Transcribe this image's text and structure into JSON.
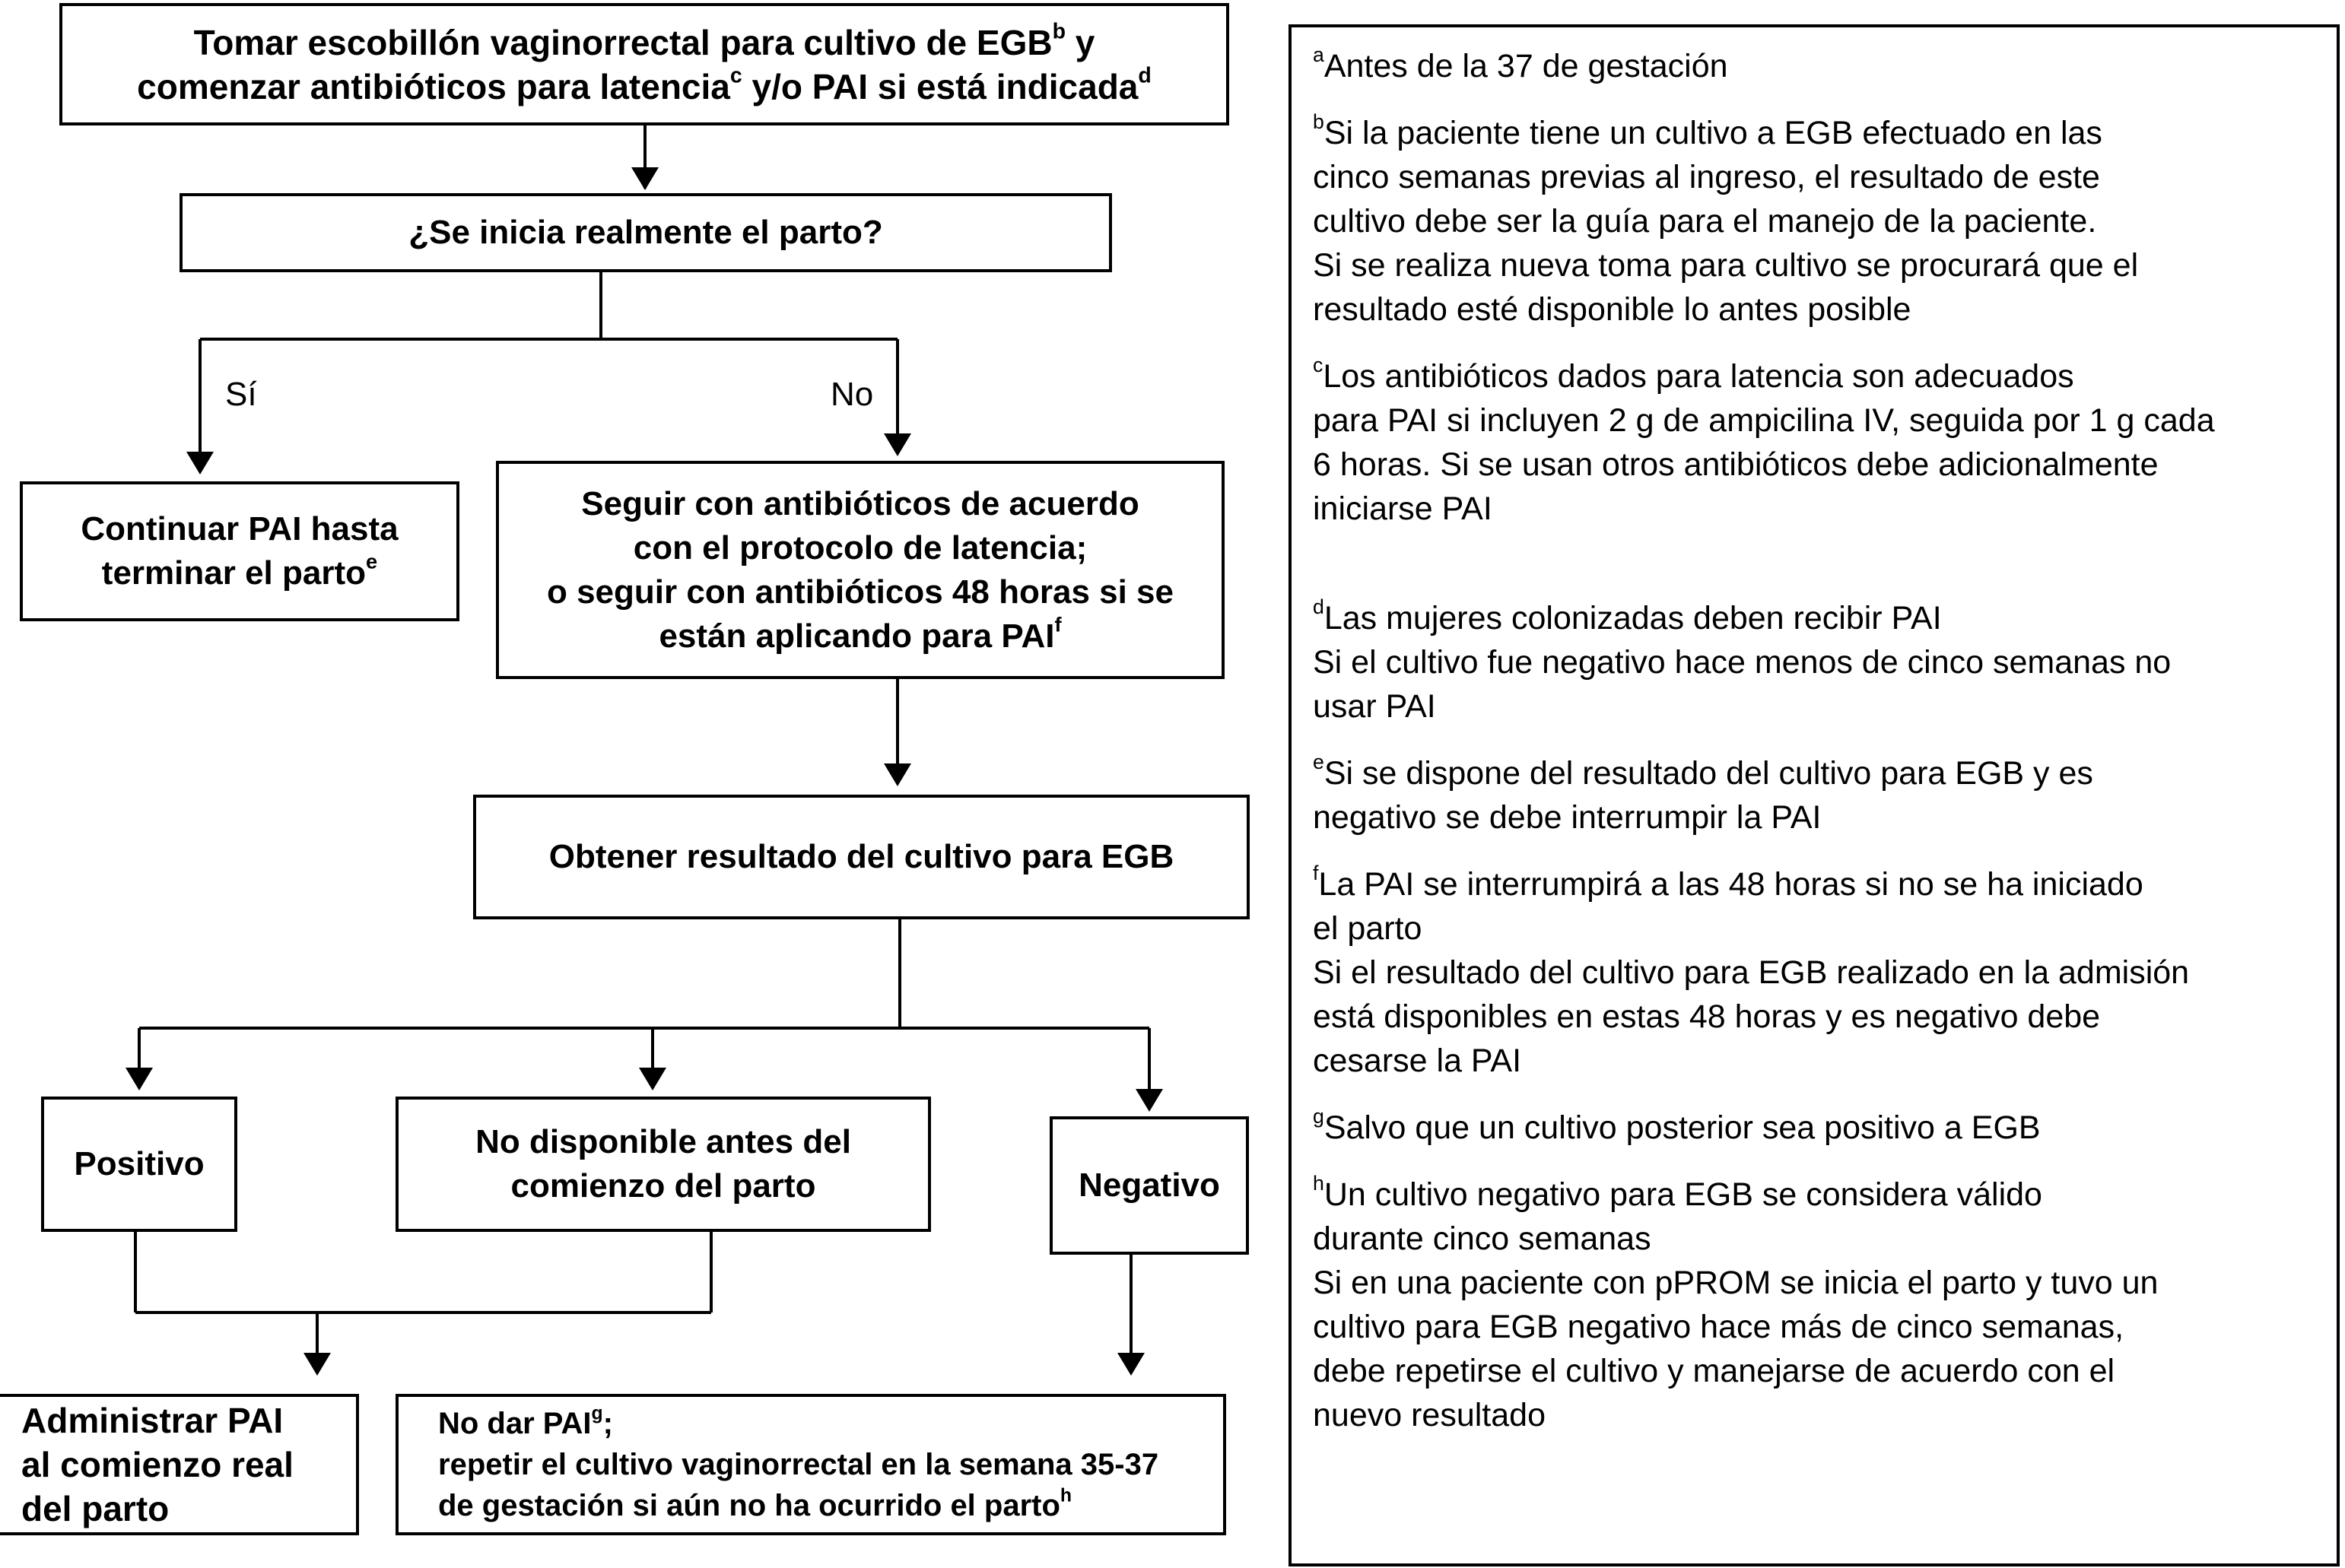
{
  "boxes": {
    "start": {
      "l1_pre": "Tomar escobillón vaginorrectal para cultivo de EGB",
      "l1_sup": "b",
      "l1_post": " y",
      "l2_pre": "comenzar antibióticos para latencia",
      "l2_sup1": "c",
      "l2_mid": " y/o PAI si está indicada",
      "l2_sup2": "d"
    },
    "question": "¿Se inicia realmente el parto?",
    "yes_label": "Sí",
    "no_label": "No",
    "continue_pai": {
      "l1": "Continuar PAI hasta",
      "l2": "terminar el parto",
      "l2_sup": "e"
    },
    "follow_antibiotics": {
      "l1": "Seguir con antibióticos de acuerdo",
      "l2": "con el protocolo de latencia;",
      "l3": "o seguir con antibióticos 48 horas si se",
      "l4": "están aplicando para PAI",
      "l4_sup": "f"
    },
    "obtain_result": "Obtener resultado del cultivo para EGB",
    "positive": "Positivo",
    "not_available": {
      "l1": "No disponible antes del",
      "l2": "comienzo del parto"
    },
    "negative": "Negativo",
    "administer": {
      "l1": "Administrar PAI",
      "l2": "al comienzo real",
      "l3": "del parto"
    },
    "no_pai": {
      "l1": "No dar PAI",
      "l1_sup": "g",
      "l1_post": ";",
      "l2": "repetir el cultivo vaginorrectal en la semana 35-37",
      "l3": "de gestación si aún no ha ocurrido el parto",
      "l3_sup": "h"
    }
  },
  "notes": [
    {
      "mark": "a",
      "lines": [
        "Antes de la 37 de gestación"
      ]
    },
    {
      "mark": "b",
      "lines": [
        "Si la paciente tiene un cultivo a EGB efectuado en las",
        "cinco semanas previas al ingreso, el resultado de este",
        "cultivo debe ser la guía para el manejo de la paciente.",
        "Si se realiza nueva toma para cultivo se procurará que el",
        "resultado esté disponible lo antes posible"
      ]
    },
    {
      "mark": "c",
      "lines": [
        "Los antibióticos dados para latencia son adecuados",
        "para PAI si incluyen 2 g de ampicilina IV, seguida por 1 g cada",
        "6 horas. Si se usan otros antibióticos debe adicionalmente",
        "iniciarse PAI"
      ]
    },
    {
      "mark": "d",
      "lines": [
        "Las mujeres colonizadas deben recibir PAI",
        "Si el cultivo fue negativo hace menos de cinco semanas no",
        "usar PAI"
      ]
    },
    {
      "mark": "e",
      "lines": [
        "Si se dispone del resultado del cultivo para EGB y es",
        "negativo se debe interrumpir la PAI"
      ]
    },
    {
      "mark": "f",
      "lines": [
        "La PAI se interrumpirá a las 48 horas si no se ha iniciado",
        "el parto",
        "Si el resultado del cultivo para EGB realizado en la admisión",
        "está disponibles en estas 48 horas y es negativo debe",
        "cesarse la PAI"
      ]
    },
    {
      "mark": "g",
      "lines": [
        "Salvo que un cultivo posterior sea positivo a EGB"
      ]
    },
    {
      "mark": "h",
      "lines": [
        "Un cultivo negativo para EGB se considera válido",
        "durante cinco semanas",
        "Si en una paciente con pPROM se inicia el parto y tuvo un",
        "cultivo para EGB negativo hace más de cinco semanas,",
        "debe repetirse el cultivo y manejarse de acuerdo con el",
        "nuevo resultado"
      ]
    }
  ]
}
